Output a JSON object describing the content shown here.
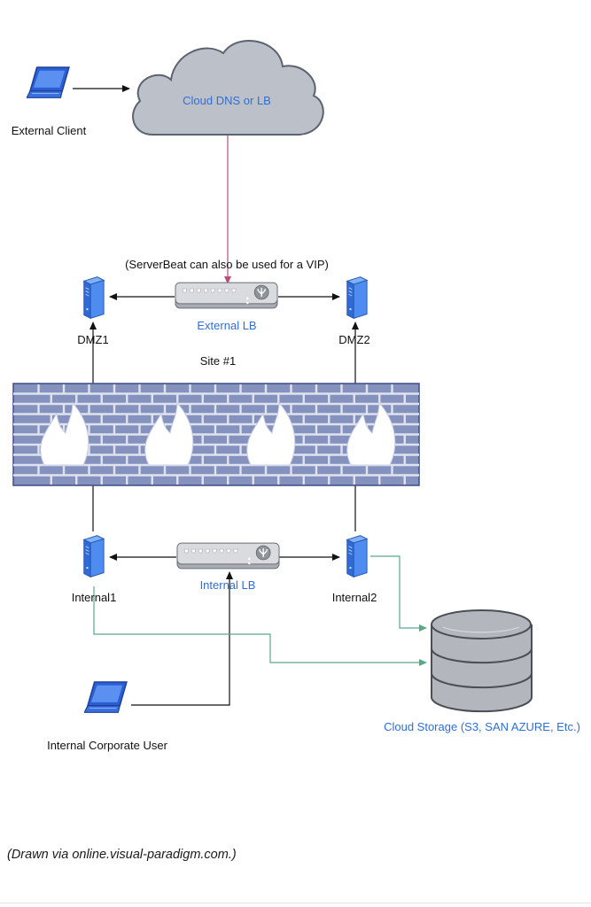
{
  "labels": {
    "external_client": "External Client",
    "cloud": "Cloud DNS or LB",
    "vip_note": "(ServerBeat can also be used for a VIP)",
    "external_lb": "External LB",
    "dmz1": "DMZ1",
    "dmz2": "DMZ2",
    "site": "Site #1",
    "internal1": "Internal1",
    "internal2": "Internal2",
    "internal_lb": "Internal LB",
    "internal_user": "Internal Corporate User",
    "cloud_storage": "Cloud Storage (S3, SAN AZURE, Etc.)"
  },
  "caption": "(Drawn via online.visual-paradigm.com.)",
  "colors": {
    "blue_label": "#2f6fd6",
    "arrow_black": "#111111",
    "arrow_red": "#b4507a",
    "arrow_green": "#5aa88a",
    "cloud_fill": "#bcc1c9",
    "cloud_stroke": "#5c6370",
    "firewall_fill": "#8592bd",
    "firewall_stroke": "#3e4d86",
    "device_fill": "#d6d8dc",
    "server_blue": "#3c7fe0",
    "storage_fill": "#b3b7bd"
  },
  "icons": [
    "laptop-icon",
    "cloud-icon",
    "switch-icon",
    "server-icon",
    "firewall-icon",
    "database-icon"
  ]
}
